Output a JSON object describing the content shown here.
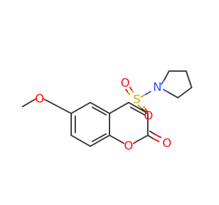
{
  "colors": {
    "carbon_bond": "#3c3c3c",
    "oxygen": "#ff0d0d",
    "nitrogen": "#3050f8",
    "sulfur": "#c9a90f",
    "background": "#ffffff"
  },
  "atoms": {
    "methoxy_oxygen": "O",
    "ring_oxygen": "O",
    "carbonyl_oxygen": "O",
    "sulfur": "S",
    "sulfonyl_oxygen_top": "O",
    "sulfonyl_oxygen_bottom": "O",
    "nitrogen": "N"
  }
}
